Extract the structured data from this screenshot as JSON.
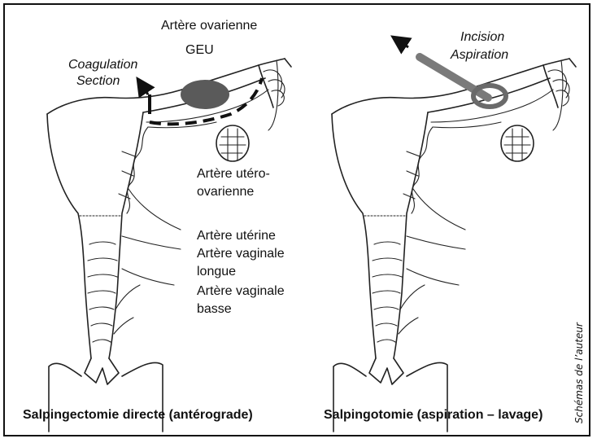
{
  "left_panel": {
    "labels": {
      "artere_ovarienne": "Artère ovarienne",
      "coagulation": "Coagulation",
      "section": "Section",
      "geu": "GEU",
      "utero_1": "Artère utéro-",
      "utero_2": "ovarienne",
      "uterine": "Artère utérine",
      "vag_longue_1": "Artère vaginale",
      "vag_longue_2": "longue",
      "vag_basse_1": "Artère vaginale",
      "vag_basse_2": "basse"
    },
    "caption": "Salpingectomie directe (antérograde)"
  },
  "right_panel": {
    "labels": {
      "incision": "Incision",
      "aspiration": "Aspiration"
    },
    "caption": "Salpingotomie (aspiration – lavage)"
  },
  "credit": "Schémas de l’auteur",
  "colors": {
    "geu_fill": "#5a5a5a",
    "cannula": "#7a7a7a",
    "ink": "#222222"
  }
}
